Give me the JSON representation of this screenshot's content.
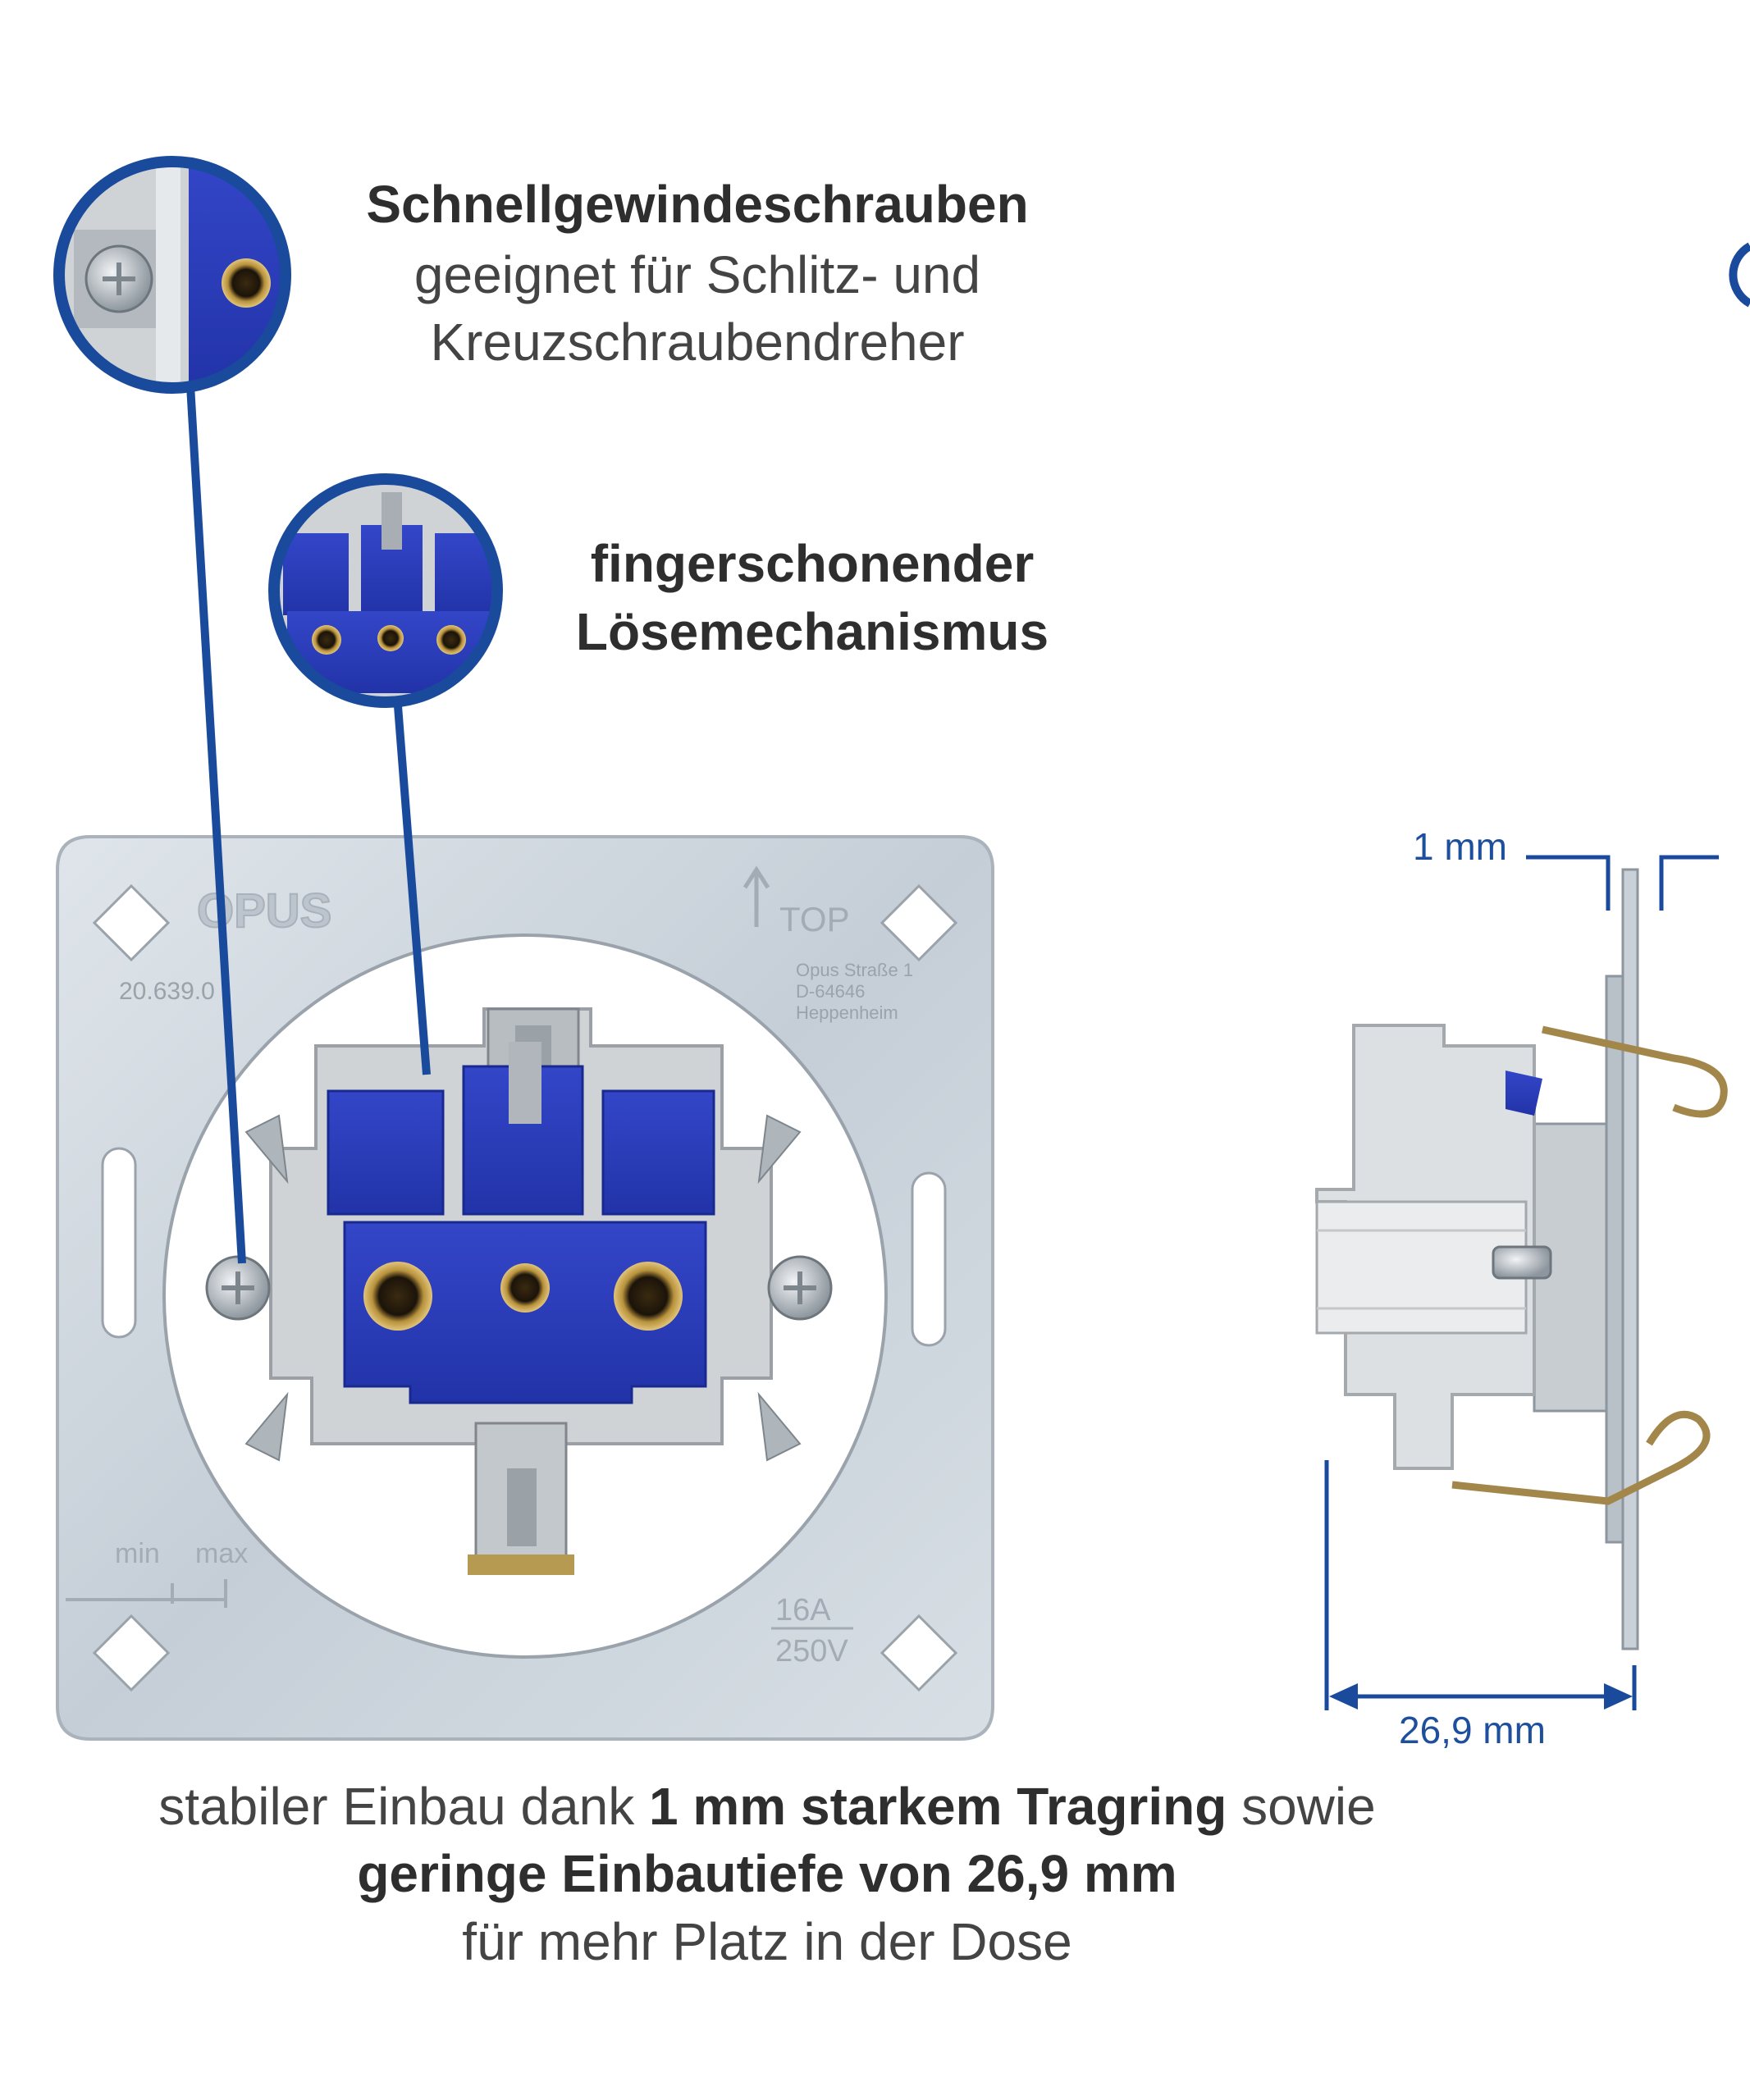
{
  "colors": {
    "accent_blue": "#1a4a9c",
    "socket_blue": "#2b3fbf",
    "plate_silver": "#cfd6dd",
    "text": "#3a3a3a"
  },
  "callout_screws": {
    "title": "Schnellgewindeschrauben",
    "line1": "geeignet für Schlitz- und",
    "line2": "Kreuzschraubendreher"
  },
  "callout_release": {
    "line1": "fingerschonender",
    "line2": "Lösemechanismus"
  },
  "plate_markings": {
    "brand": "OPUS",
    "top": "TOP",
    "part_number": "20.639.0",
    "address1": "Opus Straße 1",
    "address2": "D-64646",
    "address3": "Heppenheim",
    "min": "min",
    "max": "max",
    "rating_current": "16A",
    "rating_voltage": "250V"
  },
  "dimensions": {
    "ring_thickness": "1 mm",
    "depth": "26,9 mm"
  },
  "caption": {
    "line1_a": "stabiler Einbau dank ",
    "line1_b": "1 mm starkem Tragring",
    "line1_c": " sowie",
    "line2": "geringe Einbautiefe von 26,9 mm",
    "line3": "für mehr Platz in der Dose"
  }
}
